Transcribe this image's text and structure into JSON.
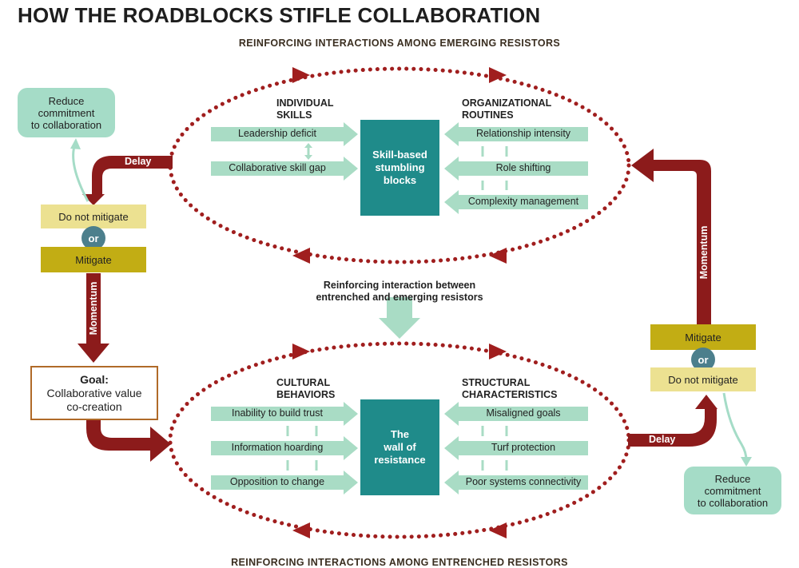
{
  "title": "HOW THE ROADBLOCKS STIFLE COLLABORATION",
  "top_loop": {
    "caption": "REINFORCING INTERACTIONS AMONG EMERGING RESISTORS",
    "left_header_1": "INDIVIDUAL",
    "left_header_2": "SKILLS",
    "right_header_1": "ORGANIZATIONAL",
    "right_header_2": "ROUTINES",
    "left_items": [
      "Leadership deficit",
      "Collaborative skill gap"
    ],
    "right_items": [
      "Relationship intensity",
      "Role shifting",
      "Complexity management"
    ],
    "core_1": "Skill-based",
    "core_2": "stumbling",
    "core_3": "blocks"
  },
  "middle": {
    "line_1": "Reinforcing interaction between",
    "line_2": "entrenched and emerging resistors"
  },
  "bottom_loop": {
    "caption": "REINFORCING INTERACTIONS AMONG ENTRENCHED RESISTORS",
    "left_header_1": "CULTURAL",
    "left_header_2": "BEHAVIORS",
    "right_header_1": "STRUCTURAL",
    "right_header_2": "CHARACTERISTICS",
    "left_items": [
      "Inability to build trust",
      "Information hoarding",
      "Opposition to change"
    ],
    "right_items": [
      "Misaligned goals",
      "Turf protection",
      "Poor systems connectivity"
    ],
    "core_1": "The",
    "core_2": "wall of",
    "core_3": "resistance"
  },
  "left_side": {
    "reduce_1": "Reduce",
    "reduce_2": "commitment",
    "reduce_3": "to collaboration",
    "delay": "Delay",
    "do_not_mitigate": "Do not mitigate",
    "or": "or",
    "mitigate": "Mitigate",
    "momentum": "Momentum",
    "goal_label": "Goal:",
    "goal_1": "Collaborative value",
    "goal_2": "co-creation"
  },
  "right_side": {
    "momentum": "Momentum",
    "mitigate": "Mitigate",
    "or": "or",
    "do_not_mitigate": "Do not mitigate",
    "delay": "Delay",
    "reduce_1": "Reduce",
    "reduce_2": "commitment",
    "reduce_3": "to collaboration"
  },
  "colors": {
    "loop_dots": "#a01e1e",
    "big_arrow": "#8c1b1b",
    "pale_arrow": "#a9dcc5",
    "core": "#1f8b8a",
    "mitigate": "#c2ad14",
    "do_not_mitigate": "#ece191",
    "reduce_bubble": "#a5dcc7",
    "or_circle": "#4c7f8c",
    "goal_border": "#b06a28"
  }
}
